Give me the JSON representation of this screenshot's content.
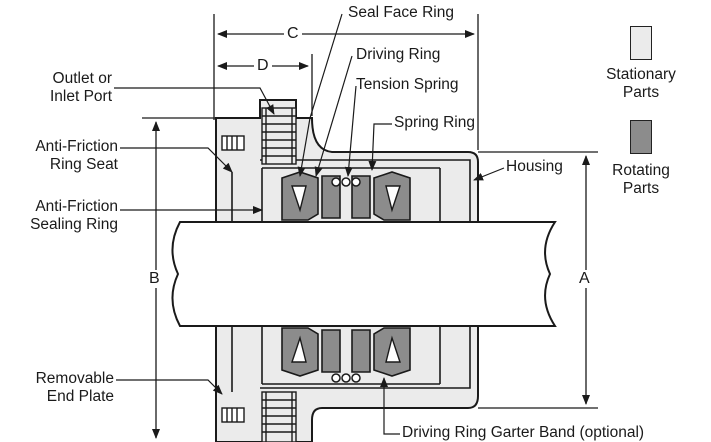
{
  "labels": {
    "seal_face_ring": "Seal Face Ring",
    "driving_ring": "Driving Ring",
    "tension_spring": "Tension Spring",
    "spring_ring": "Spring Ring",
    "outlet_line1": "Outlet or",
    "outlet_line2": "Inlet Port",
    "af_seat_line1": "Anti-Friction",
    "af_seat_line2": "Ring Seat",
    "af_sealing_line1": "Anti-Friction",
    "af_sealing_line2": "Sealing Ring",
    "housing": "Housing",
    "removable_line1": "Removable",
    "removable_line2": "End Plate",
    "garter_band": "Driving Ring Garter Band (optional)"
  },
  "dimensions": {
    "a": "A",
    "b": "B",
    "c": "C",
    "d": "D"
  },
  "legend": {
    "stationary_line1": "Stationary",
    "stationary_line2": "Parts",
    "rotating_line1": "Rotating",
    "rotating_line2": "Parts",
    "stationary_color": "#ebebeb",
    "rotating_color": "#8c8c8c"
  },
  "colors": {
    "line": "#1a1a1a",
    "stationary": "#ebebeb",
    "rotating": "#8c8c8c",
    "shaft": "#ffffff"
  }
}
